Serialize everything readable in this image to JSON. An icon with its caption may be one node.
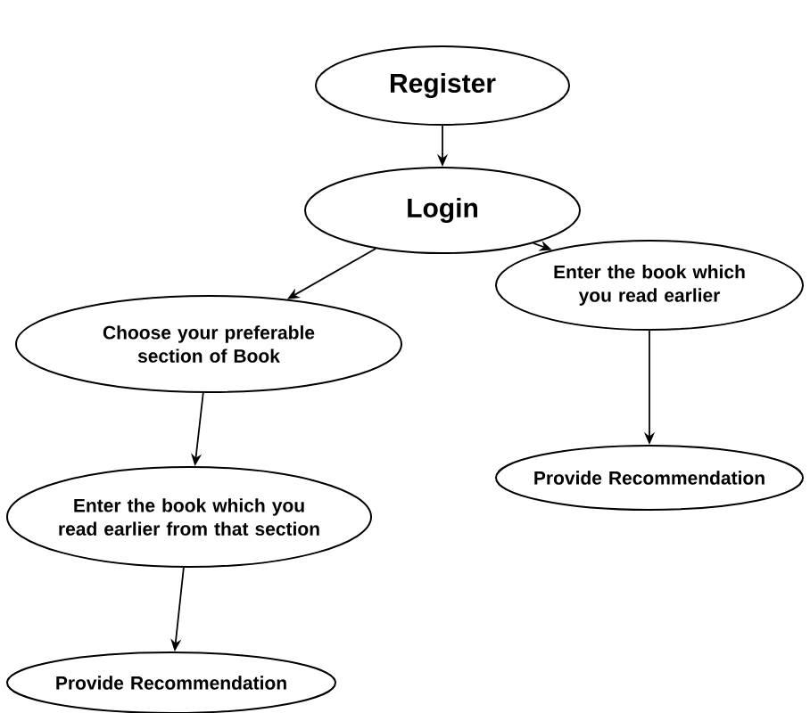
{
  "diagram": {
    "nodes": [
      {
        "text": [
          "Register"
        ]
      },
      {
        "text": [
          "Login"
        ]
      },
      {
        "text": [
          "Choose your preferable section of Book"
        ]
      },
      {
        "text": [
          "Enter the book which you read earlier"
        ]
      },
      {
        "text": [
          "Provide Recommendation"
        ]
      },
      {
        "text": [
          "Enter the book which you read earlier from that section"
        ]
      },
      {
        "text": [
          "Provide Recommendation"
        ]
      }
    ],
    "edges": [
      {
        "from": 0,
        "to": 1,
        "arrow": "to"
      },
      {
        "from": 1,
        "to": 2,
        "arrow": "to"
      },
      {
        "from": 1,
        "to": 3,
        "arrow": "to"
      },
      {
        "from": 3,
        "to": 4,
        "arrow": "to"
      },
      {
        "from": 2,
        "to": 5,
        "arrow": "to"
      },
      {
        "from": 5,
        "to": 6,
        "arrow": "to"
      }
    ]
  }
}
